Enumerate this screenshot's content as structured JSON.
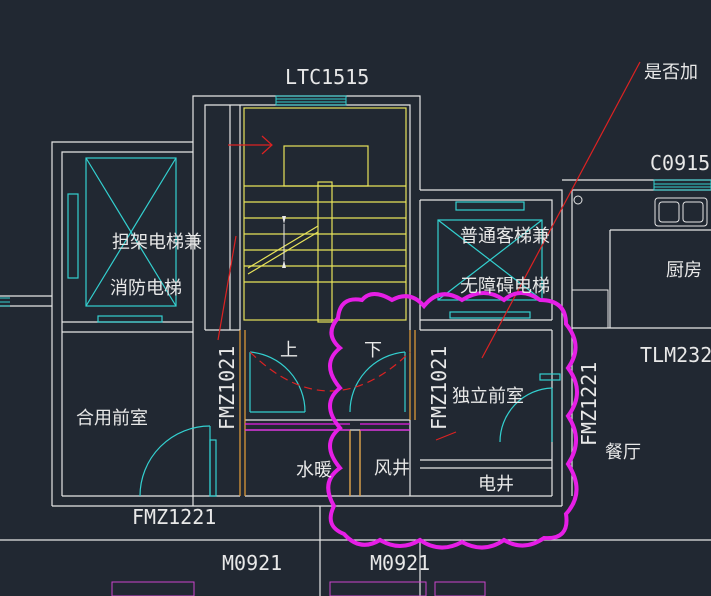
{
  "labels": {
    "window_top": "LTC1515",
    "window_right": "C0915",
    "door_right": "TLM232",
    "annotation_question": "是否加",
    "elevator_left_line1": "担架电梯兼",
    "elevator_left_line2": "消防电梯",
    "elevator_right_line1": "普通客梯兼",
    "elevator_right_line2": "无障碍电梯",
    "kitchen": "厨房",
    "dining": "餐厅",
    "shared_lobby": "合用前室",
    "independent_lobby": "独立前室",
    "water_heating": "水暖",
    "air_shaft": "风井",
    "electric_shaft": "电井",
    "stair_up": "上",
    "stair_down": "下",
    "door_fm_left": "FMZ1021",
    "door_fm_mid": "FMZ1021",
    "door_fm_right": "FMZ1221",
    "door_fm_bottom": "FMZ1221",
    "door_m_left": "M0921",
    "door_m_right": "M0921"
  },
  "colors": {
    "background": "#212832",
    "wall": "#e6e6e6",
    "elevator": "#33d0d0",
    "stair": "#e8e35a",
    "door": "#33d0d0",
    "revision_cloud": "#e61ee6",
    "annotation": "#dd2222",
    "orange": "#e8a13a"
  }
}
